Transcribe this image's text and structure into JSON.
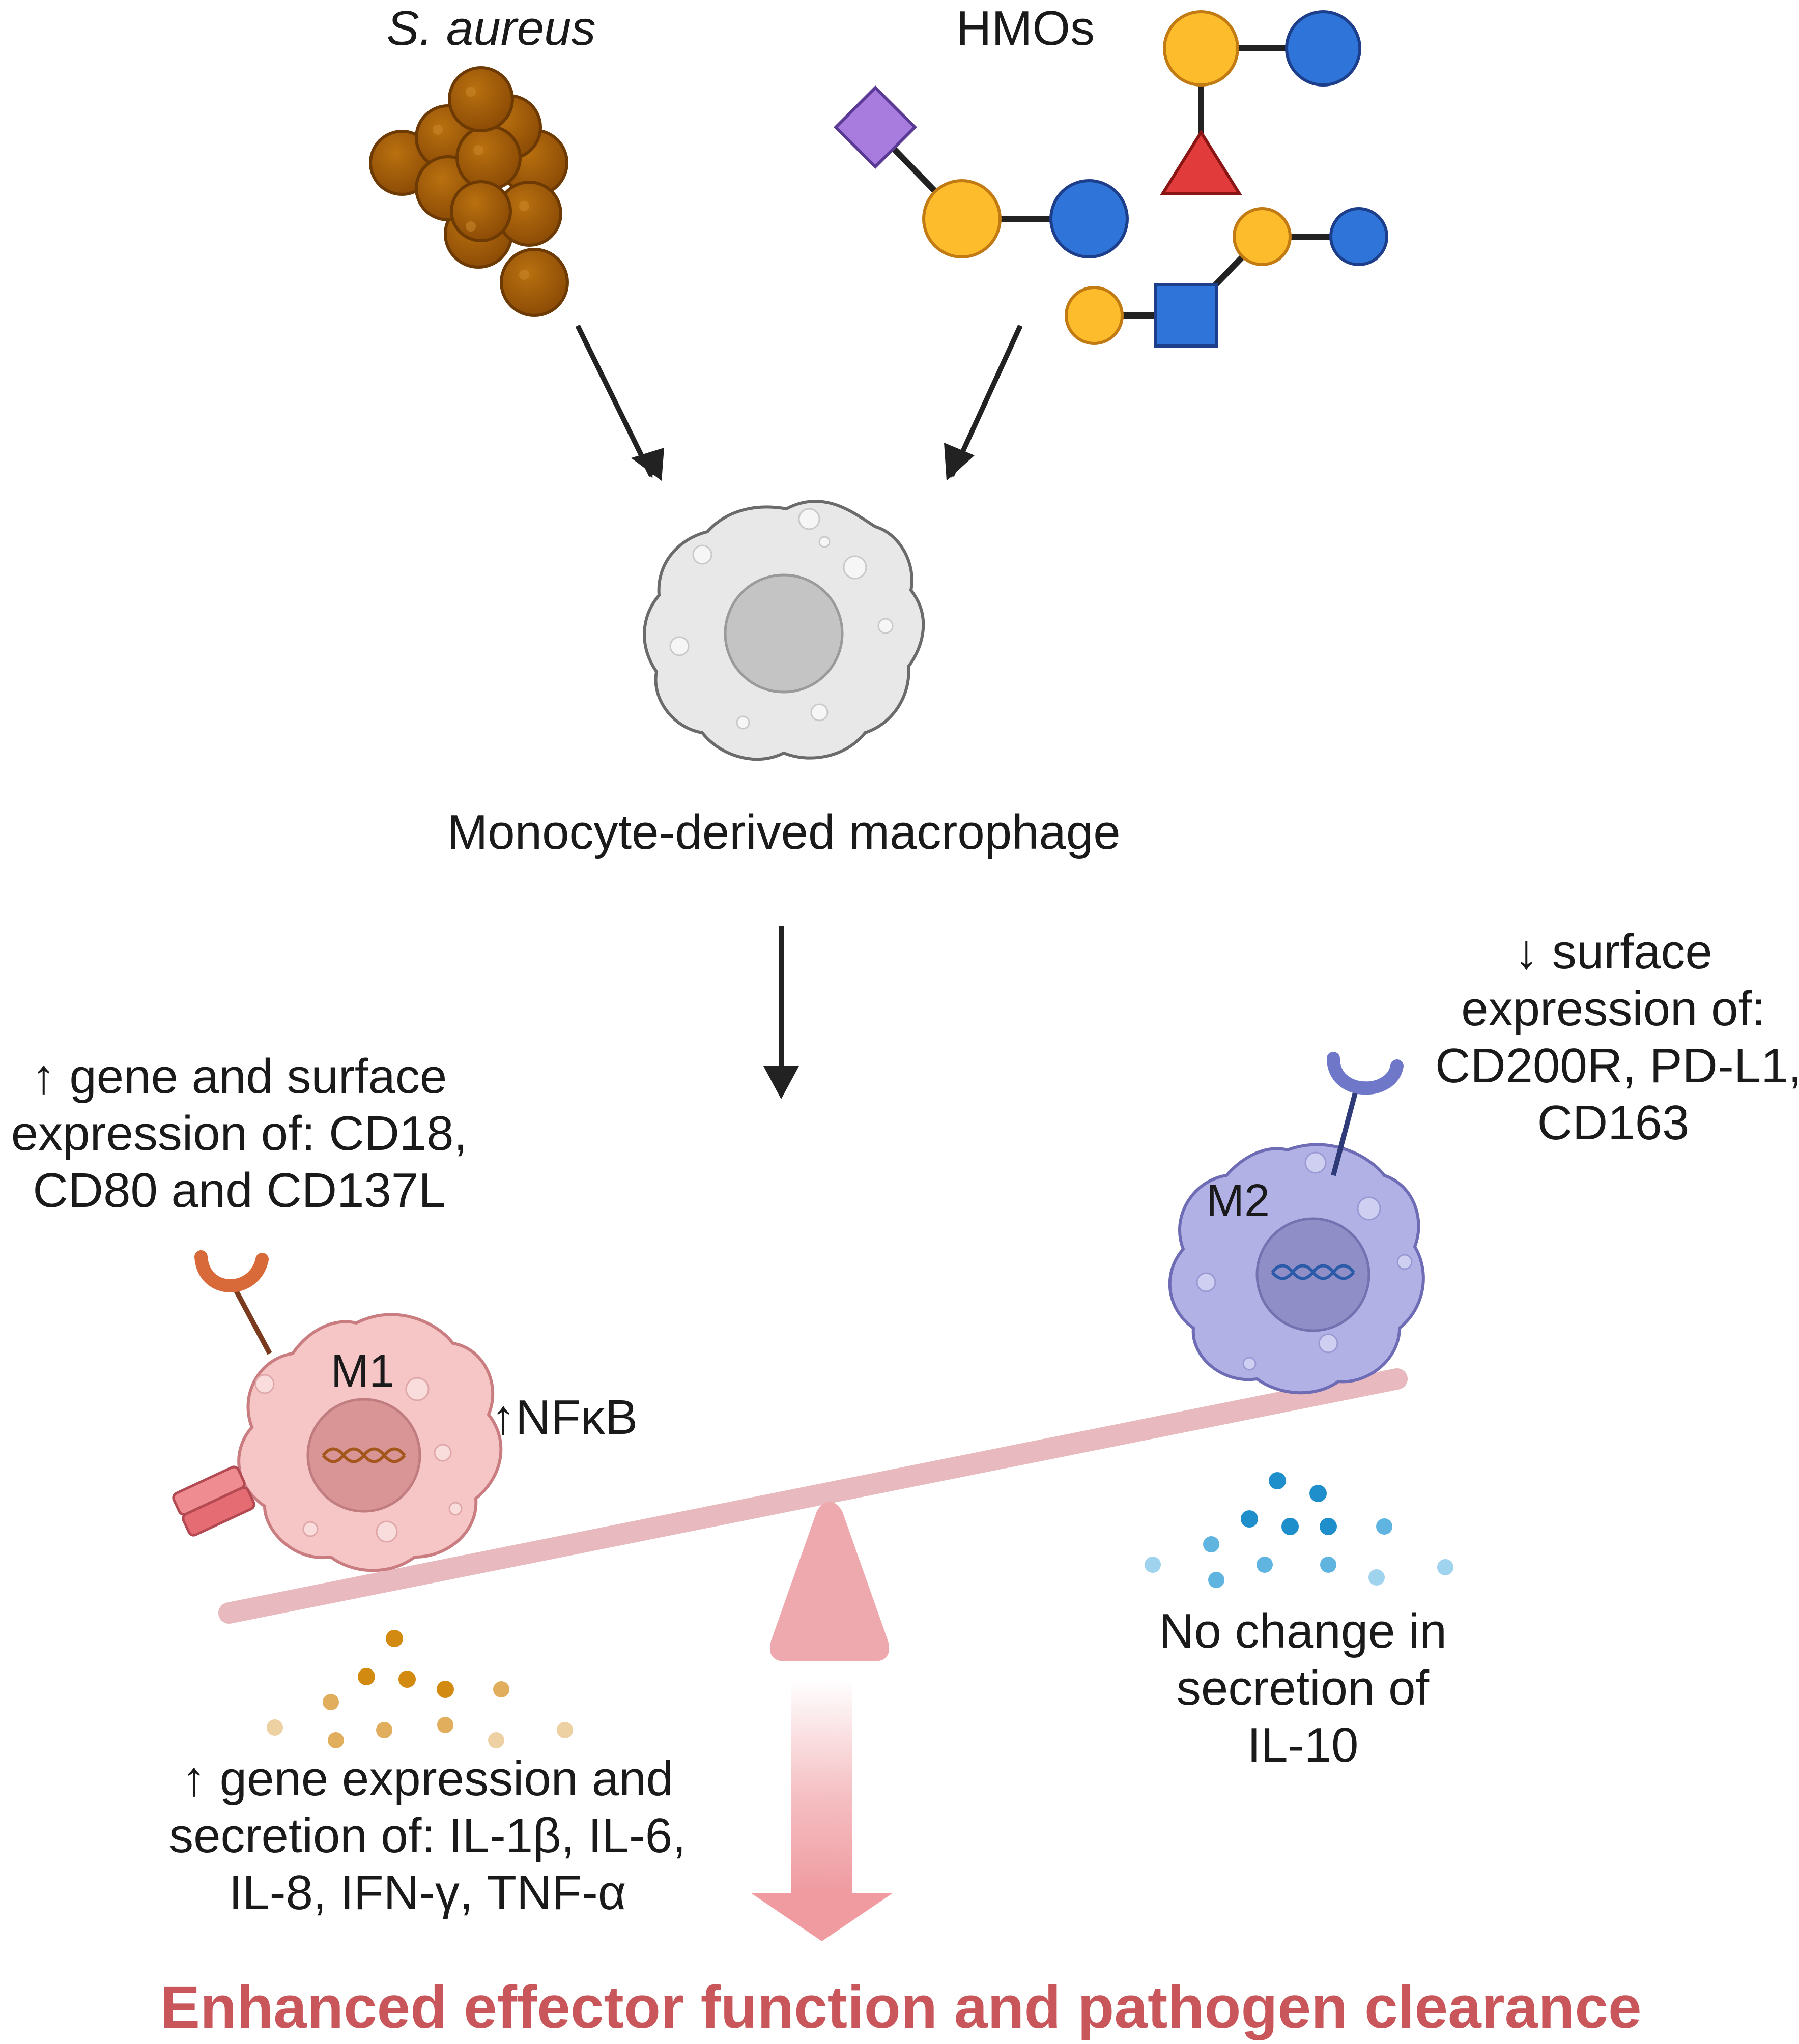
{
  "inputs": {
    "bacteria_label": "S. aureus",
    "hmo_label": "HMOs"
  },
  "center_cell": {
    "label": "Monocyte-derived macrophage"
  },
  "m1": {
    "tag": "M1",
    "surface_text": [
      "↑ gene and surface",
      "expression of: CD18,",
      "CD80 and CD137L"
    ],
    "nfkb_text": "↑NFκB",
    "secretion_text": [
      "↑ gene expression and",
      "secretion of: IL-1β, IL-6,",
      "IL-8, IFN-γ, TNF-α"
    ]
  },
  "m2": {
    "tag": "M2",
    "surface_text": [
      "↓ surface",
      "expression of:",
      "CD200R, PD-L1,",
      "CD163"
    ],
    "secretion_text": [
      "No change in",
      "secretion of",
      "IL-10"
    ]
  },
  "outcome": {
    "title": "Enhanced effector function and pathogen clearance"
  },
  "colors": {
    "bacteria": "#a05a08",
    "sugar_yellow": "#fcbc2c",
    "sugar_blue": "#2f74d8",
    "sugar_purple": "#a87bde",
    "sugar_red": "#e23b3b",
    "macrophage": "#e8e8e8",
    "m1_fill": "#f6c5c5",
    "m2_fill": "#b2b1e6",
    "seesaw": "#e8b9be",
    "fulcrum": "#eea9ae",
    "title": "#c9565a",
    "m1_cytokine": "#d28a10",
    "m2_cytokine": "#1f8fcc"
  }
}
